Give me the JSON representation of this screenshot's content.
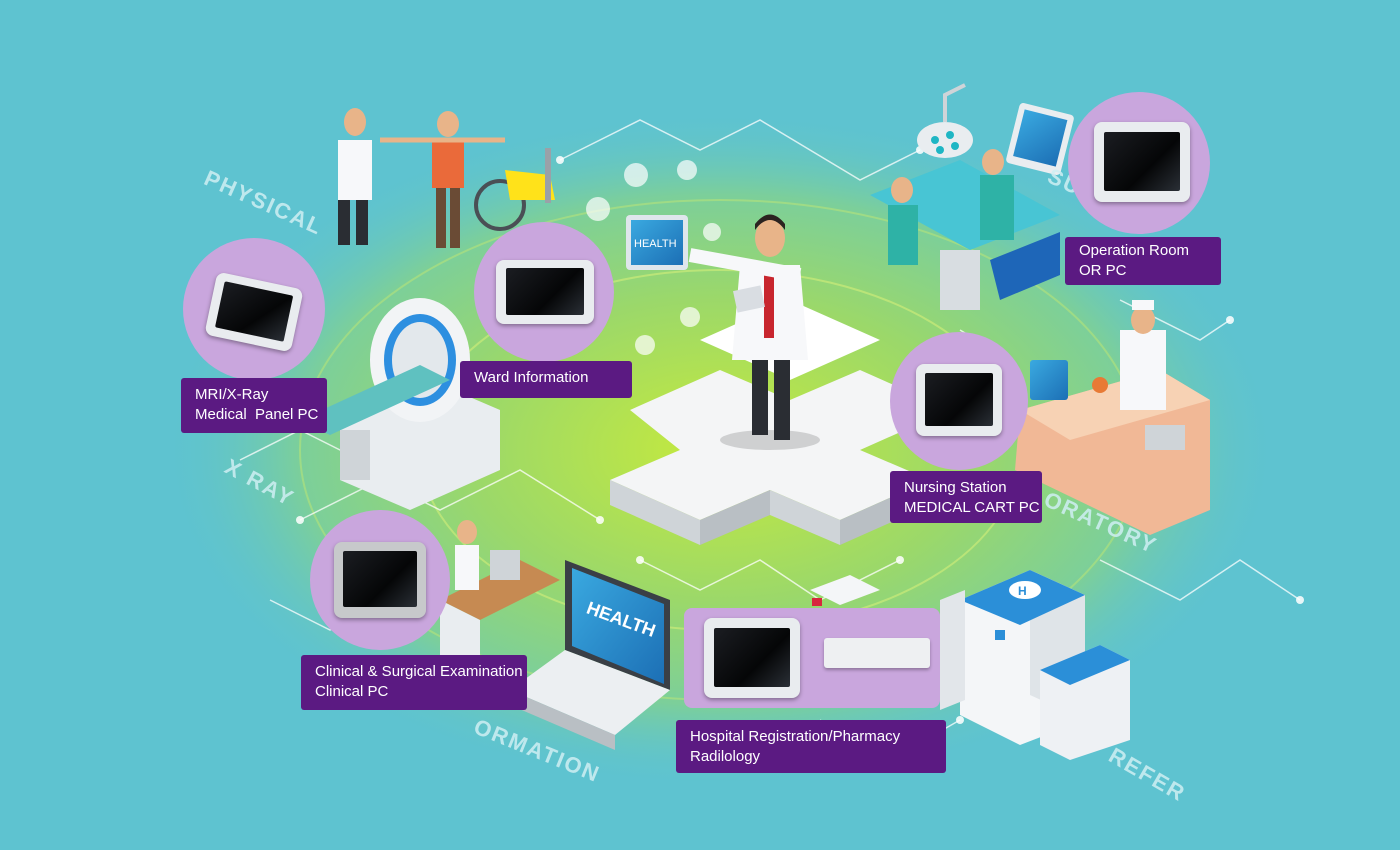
{
  "colors": {
    "background": "#5ec3d0",
    "center_glow": "#c6ea3c",
    "label_bg": "#5b1a82",
    "bubble": "#c9a6dd",
    "cross": "#f4f5f6"
  },
  "zones": {
    "physical": "PHYSICAL",
    "xray": "X RAY",
    "information": "ORMATION",
    "refer": "REFER",
    "laboratory": "ORATORY",
    "surgery": "SURGE"
  },
  "labels": {
    "mri": {
      "line1": "MRI/X-Ray",
      "line2": "Medical  Panel PC"
    },
    "ward": {
      "line1": "Ward Information"
    },
    "operation": {
      "line1": "Operation Room",
      "line2": "OR PC"
    },
    "nursing": {
      "line1": "Nursing Station",
      "line2": "MEDICAL CART PC"
    },
    "clinical": {
      "line1": "Clinical & Surgical Examination",
      "line2": "Clinical PC"
    },
    "hospital": {
      "line1": "Hospital Registration/Pharmacy",
      "line2": "Radilology"
    }
  },
  "screens": {
    "health": "HEALTH"
  },
  "icons": [
    "doctor-icon",
    "hospital-building-icon",
    "laptop-icon",
    "cross-icon",
    "wheelchair-icon",
    "mri-scanner-icon",
    "surgical-lamp-icon",
    "lab-flask-icon"
  ]
}
